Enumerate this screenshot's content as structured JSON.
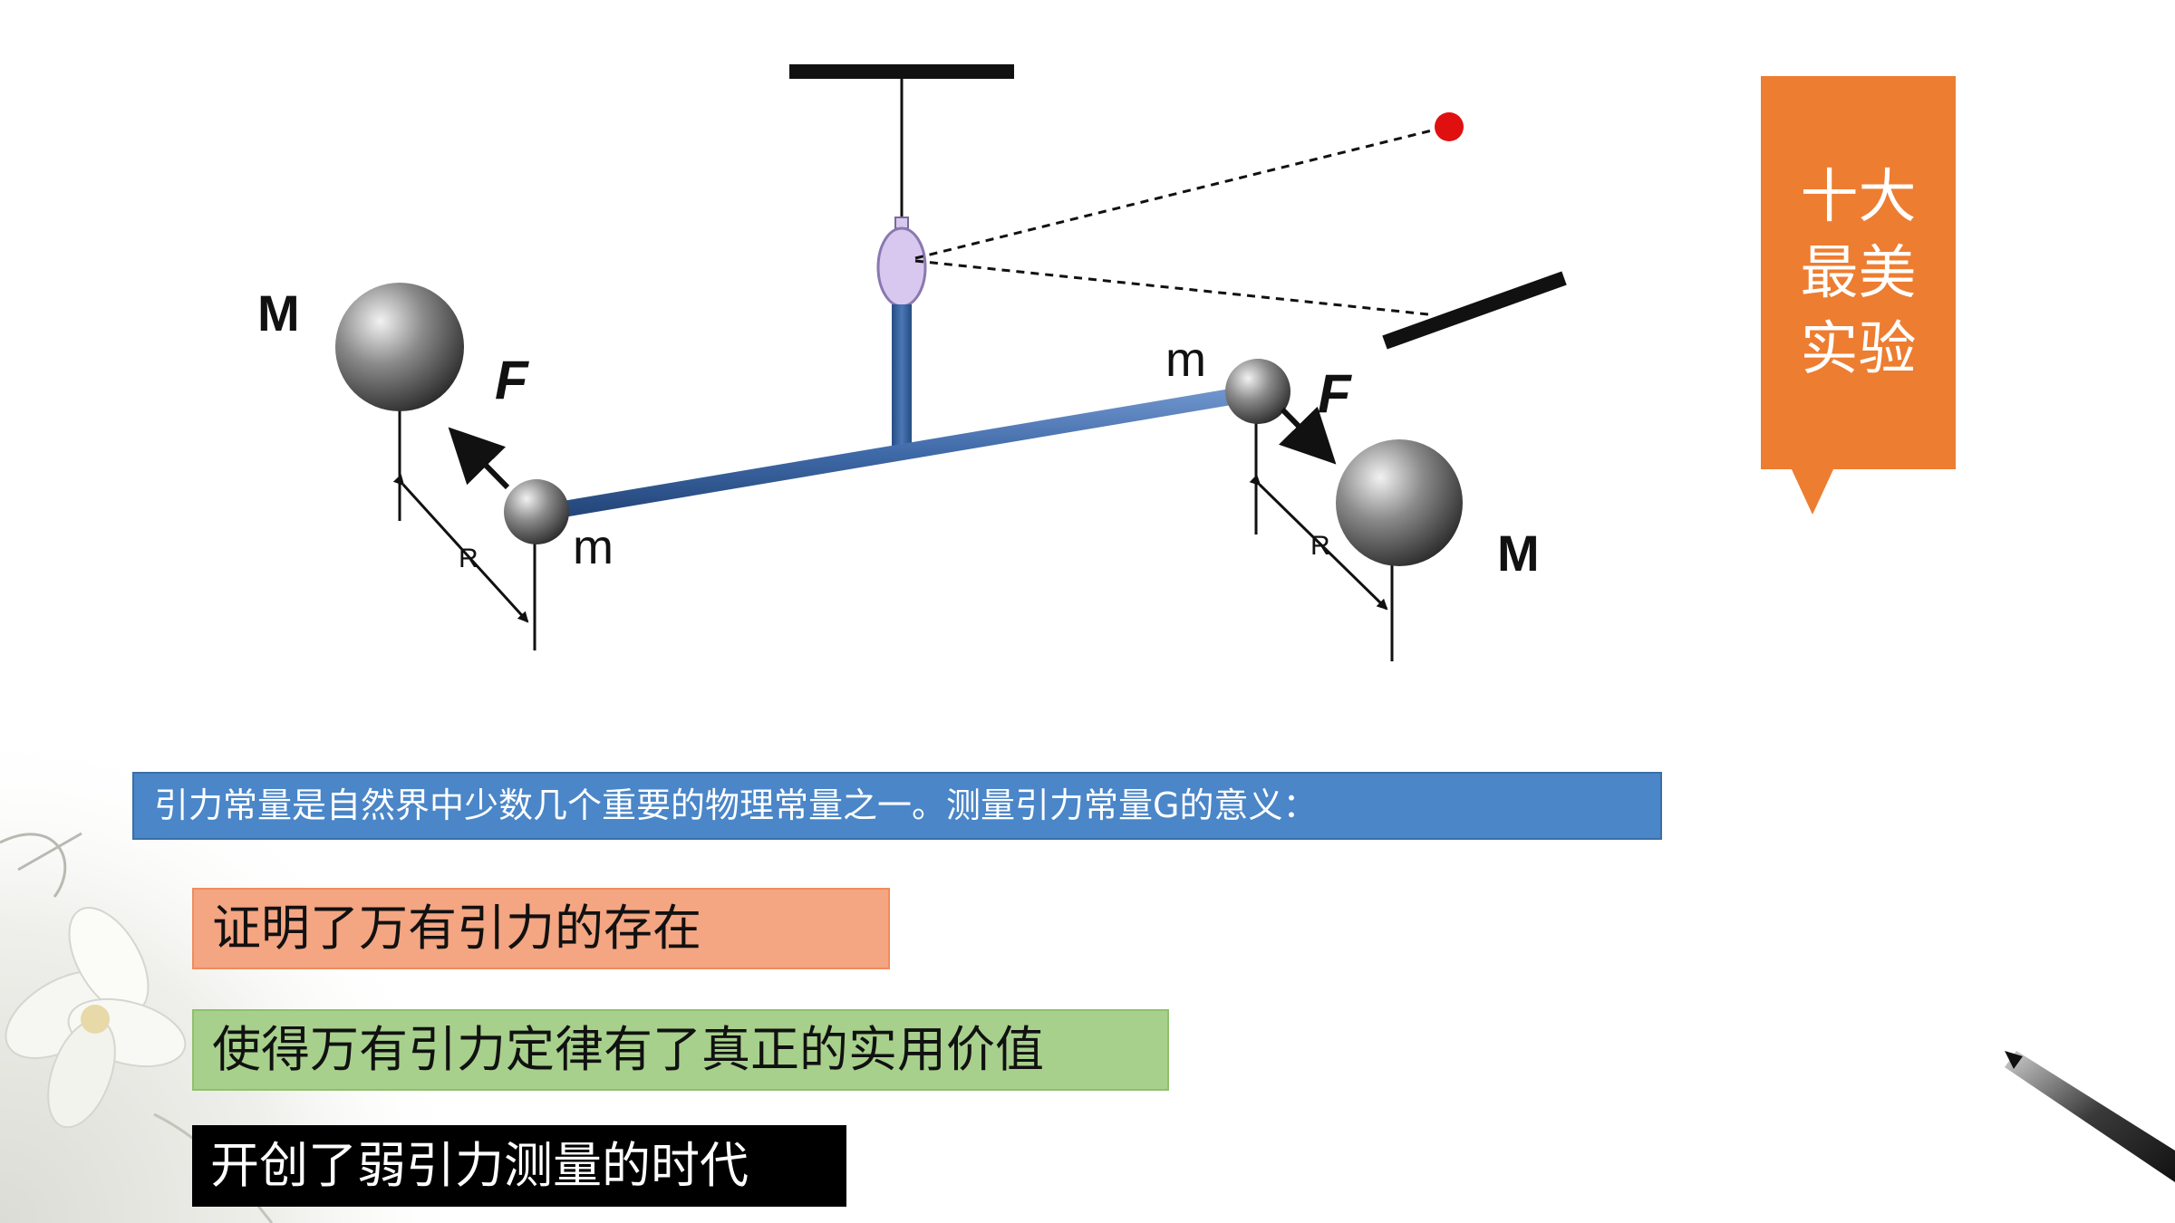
{
  "diagram": {
    "label_mass_large": "M",
    "label_mass_small": "m",
    "label_force": "F",
    "label_distance": "R",
    "colors": {
      "rod": "#3f6aa8",
      "mirror": "#d8c8ef",
      "light_spot": "#e01010",
      "sphere": "#6a6a6a"
    }
  },
  "tag": {
    "lines": [
      "十大",
      "最美",
      "实验"
    ],
    "color": "#ed7d31"
  },
  "content": {
    "intro": "引力常量是自然界中少数几个重要的物理常量之一。测量引力常量G的意义：",
    "points": [
      "证明了万有引力的存在",
      "使得万有引力定律有了真正的实用价值",
      "开创了弱引力测量的时代"
    ]
  }
}
